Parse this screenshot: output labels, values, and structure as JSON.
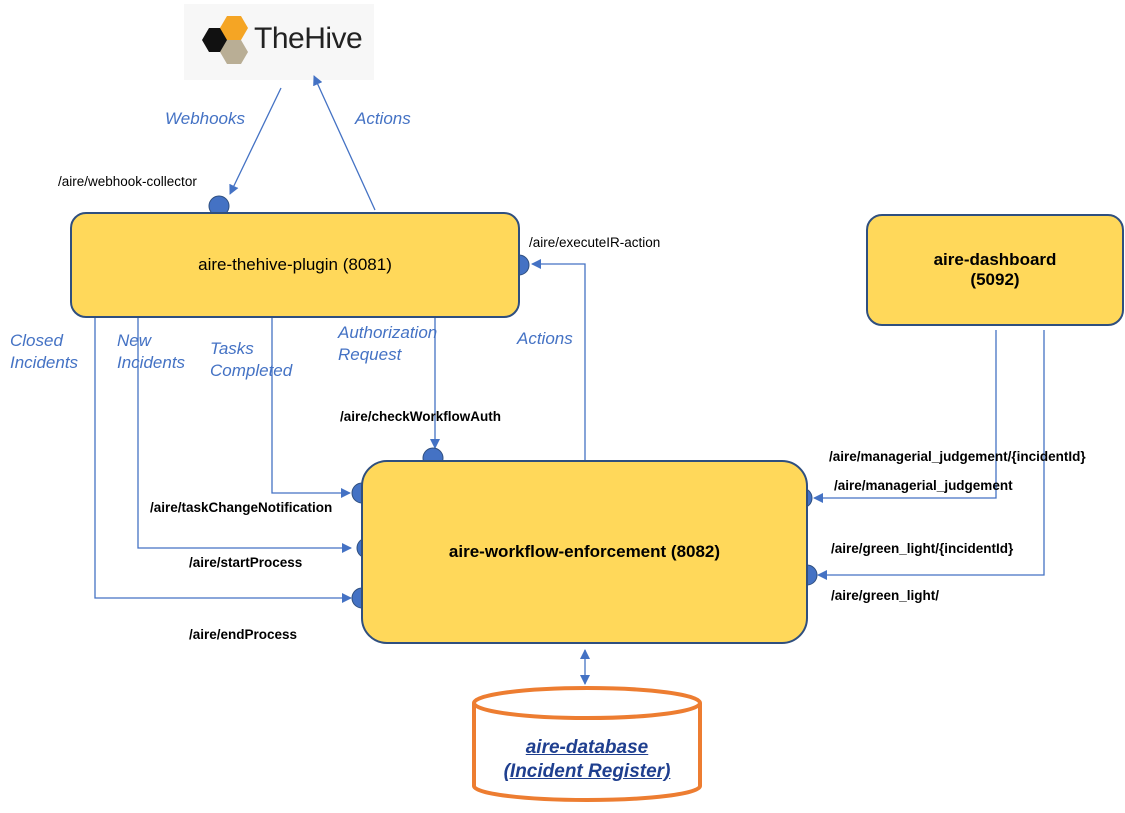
{
  "logo": {
    "text": "TheHive"
  },
  "nodes": {
    "plugin": "aire-thehive-plugin (8081)",
    "dashboard_line1": "aire-dashboard",
    "dashboard_line2": "(5092)",
    "workflow": "aire-workflow-enforcement (8082)",
    "database_line1": "aire-database",
    "database_line2": "(Incident Register)"
  },
  "edge_labels": {
    "webhooks": "Webhooks",
    "actions_top": "Actions",
    "actions_right": "Actions",
    "closed_l1": "Closed",
    "closed_l2": "Incidents",
    "new_l1": "New",
    "new_l2": "Incidents",
    "tasks_l1": "Tasks",
    "tasks_l2": "Completed",
    "auth_l1": "Authorization",
    "auth_l2": "Request"
  },
  "endpoints": {
    "webhook_collector": "/aire/webhook-collector",
    "execute_ir_action": "/aire/executeIR-action",
    "check_workflow_auth": "/aire/checkWorkflowAuth",
    "task_change_notification": "/aire/taskChangeNotification",
    "start_process": "/aire/startProcess",
    "end_process": "/aire/endProcess",
    "managerial_judgement_id": "/aire/managerial_judgement/{incidentId}",
    "managerial_judgement": "/aire/managerial_judgement",
    "green_light_id": "/aire/green_light/{incidentId}",
    "green_light": "/aire/green_light/"
  },
  "colors": {
    "box_fill": "#ffd85a",
    "box_border": "#2f4f7f",
    "connector": "#4472c4",
    "port": "#4472c4",
    "db_border": "#ed7d31",
    "edge_label": "#4472c4"
  },
  "icons": [
    "hexagon-logo-icon"
  ]
}
